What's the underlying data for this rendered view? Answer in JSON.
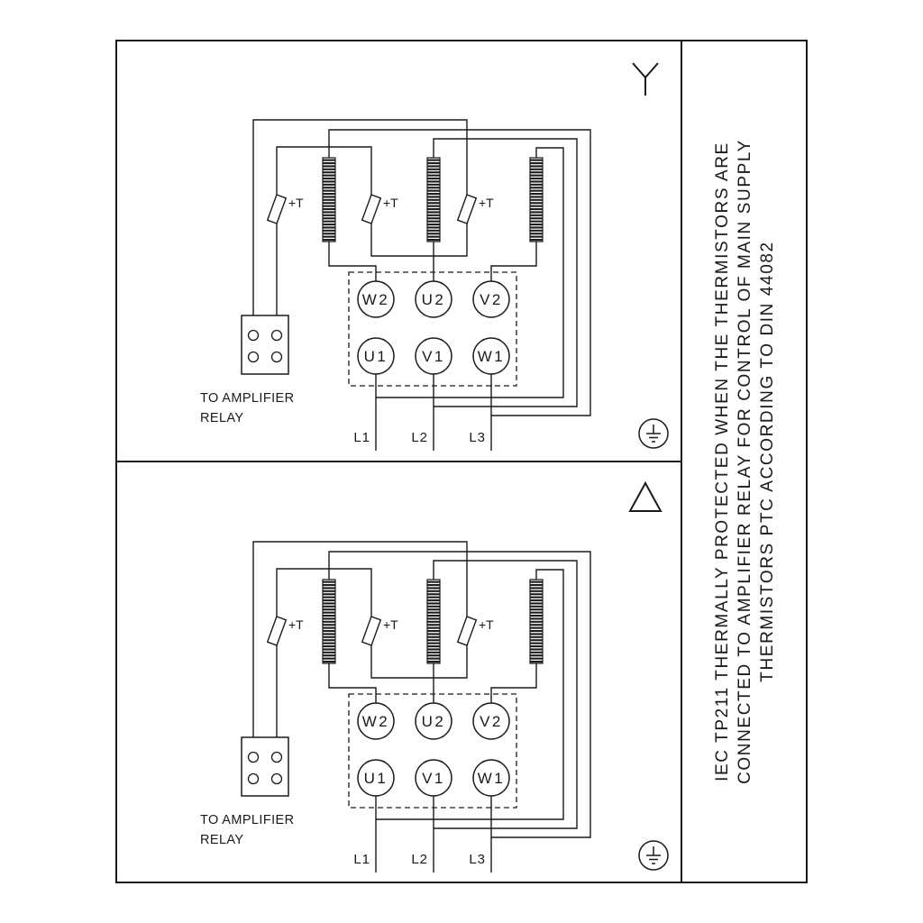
{
  "colors": {
    "ink": "#1a1a1a",
    "background": "#ffffff"
  },
  "diagram": {
    "terminals_top": [
      "W2",
      "U2",
      "V2"
    ],
    "terminals_bottom": [
      "U1",
      "V1",
      "W1"
    ],
    "phase_labels": [
      "L1",
      "L2",
      "L3"
    ],
    "thermistor_label": "+T",
    "relay_caption": [
      "TO AMPLIFIER",
      "RELAY"
    ],
    "connection_symbols": [
      "star",
      "delta"
    ],
    "ground_symbol": "protective-earth"
  },
  "side_note": {
    "lines": [
      "IEC TP211 THERMALLY PROTECTED WHEN THE THERMISTORS ARE",
      "CONNECTED TO AMPLIFIER RELAY FOR CONTROL OF MAIN SUPPLY",
      "THERMISTORS PTC ACCORDING TO DIN 44082"
    ]
  }
}
